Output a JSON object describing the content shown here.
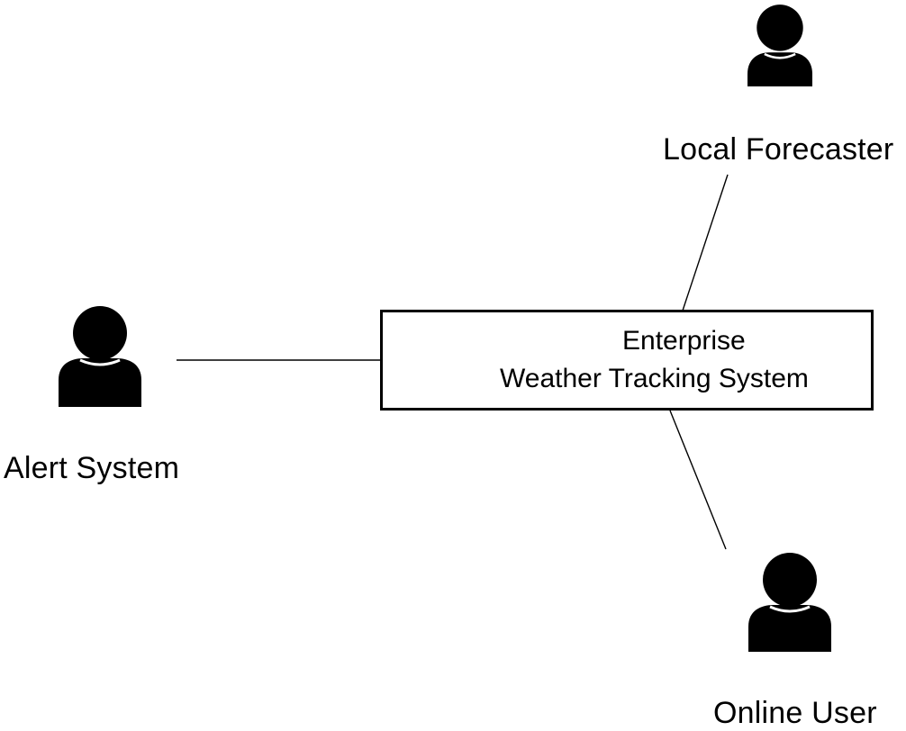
{
  "colors": {
    "background": "#ffffff",
    "ink": "#000000"
  },
  "actors": {
    "local_forecaster": {
      "label": "Local Forecaster",
      "icon": "person-icon"
    },
    "alert_system": {
      "label": "Alert System",
      "icon": "person-icon"
    },
    "online_user": {
      "label": "Online User",
      "icon": "person-icon"
    }
  },
  "system": {
    "line1": "Enterprise",
    "line2": "Weather Tracking System"
  }
}
